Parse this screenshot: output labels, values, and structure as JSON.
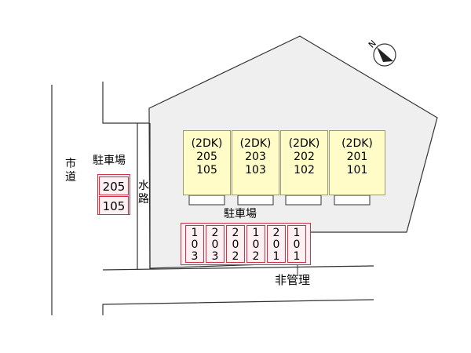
{
  "colors": {
    "unit_fill": "#fffcc8",
    "unit_border": "#9b9b6f",
    "parking_border": "#cc3344",
    "parking_fill": "#fff0f4",
    "site_fill": "#efefef",
    "line": "#333333"
  },
  "road_label": "市道",
  "left_parking_label": "駐車場",
  "left_parking_spots": [
    "205",
    "105"
  ],
  "waterway_label": "水路",
  "center_parking_label": "駐車場",
  "units": [
    {
      "type": "(2DK)",
      "upper": "205",
      "lower": "105"
    },
    {
      "type": "(2DK)",
      "upper": "203",
      "lower": "103"
    },
    {
      "type": "(2DK)",
      "upper": "202",
      "lower": "102"
    },
    {
      "type": "(2DK)",
      "upper": "201",
      "lower": "101"
    }
  ],
  "parking_spots": [
    "103",
    "203",
    "202",
    "102",
    "201",
    "101"
  ],
  "unmanaged_label": "非管理",
  "compass_letter": "N"
}
